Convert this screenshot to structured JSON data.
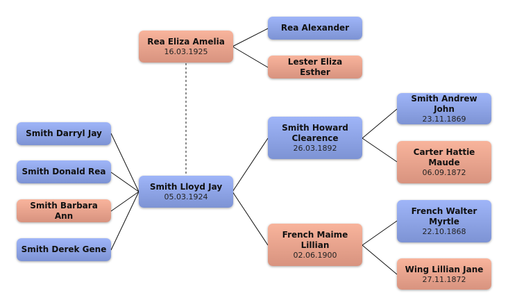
{
  "people": {
    "rea_eliza_amelia": {
      "name": "Rea Eliza Amelia",
      "date": "16.03.1925"
    },
    "rea_alexander": {
      "name": "Rea Alexander"
    },
    "lester_eliza_esther": {
      "name": "Lester Eliza Esther"
    },
    "smith_darryl_jay": {
      "name": "Smith Darryl Jay"
    },
    "smith_donald_rea": {
      "name": "Smith Donald Rea"
    },
    "smith_barbara_ann": {
      "name": "Smith Barbara Ann"
    },
    "smith_derek_gene": {
      "name": "Smith Derek Gene"
    },
    "smith_lloyd_jay": {
      "name": "Smith Lloyd Jay",
      "date": "05.03.1924"
    },
    "smith_howard_clearence": {
      "name": "Smith Howard Clearence",
      "date": "26.03.1892"
    },
    "french_maime_lillian": {
      "name": "French Maime Lillian",
      "date": "02.06.1900"
    },
    "smith_andrew_john": {
      "name": "Smith Andrew John",
      "date": "23.11.1869"
    },
    "carter_hattie_maude": {
      "name": "Carter Hattie Maude",
      "date": "06.09.1872"
    },
    "french_walter_myrtle": {
      "name": "French Walter Myrtle",
      "date": "22.10.1868"
    },
    "wing_lillian_jane": {
      "name": "Wing Lillian Jane",
      "date": "27.11.1872"
    }
  },
  "colors": {
    "male": "#8ea4e6",
    "female": "#e8a38d",
    "line": "#111111"
  }
}
